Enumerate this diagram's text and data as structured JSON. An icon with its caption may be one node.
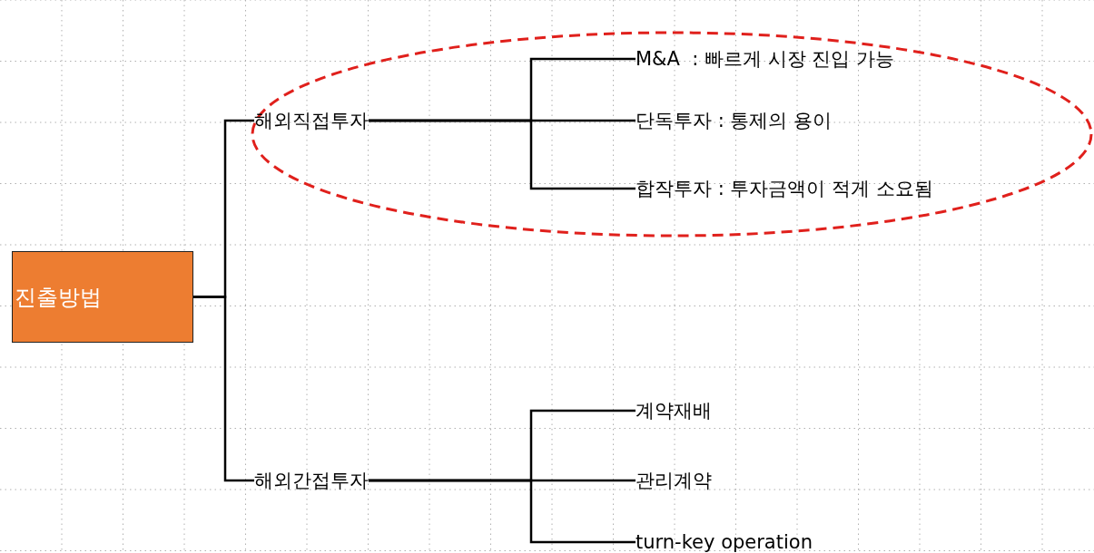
{
  "diagram": {
    "nodes": [
      {
        "text": [
          "진출방법"
        ]
      },
      {
        "text": [
          "해외직접투자"
        ]
      },
      {
        "text": [
          "M&A  : 빠르게 시장 진입 가능"
        ]
      },
      {
        "text": [
          "단독투자 : 통제의 용이"
        ]
      },
      {
        "text": [
          "합작투자 : 투자금액이 적게 소요됨"
        ]
      },
      {
        "text": [
          "해외간접투자"
        ]
      },
      {
        "text": [
          "계약재배"
        ]
      },
      {
        "text": [
          "관리계약"
        ]
      },
      {
        "text": [
          "turn-key operation"
        ]
      }
    ],
    "edges": [
      {
        "from": 0,
        "to": 1,
        "arrow": "none"
      },
      {
        "from": 0,
        "to": 5,
        "arrow": "none"
      },
      {
        "from": 1,
        "to": 2,
        "arrow": "none"
      },
      {
        "from": 1,
        "to": 3,
        "arrow": "none"
      },
      {
        "from": 1,
        "to": 4,
        "arrow": "none"
      },
      {
        "from": 5,
        "to": 6,
        "arrow": "none"
      },
      {
        "from": 5,
        "to": 7,
        "arrow": "none"
      },
      {
        "from": 5,
        "to": 8,
        "arrow": "none"
      }
    ]
  }
}
